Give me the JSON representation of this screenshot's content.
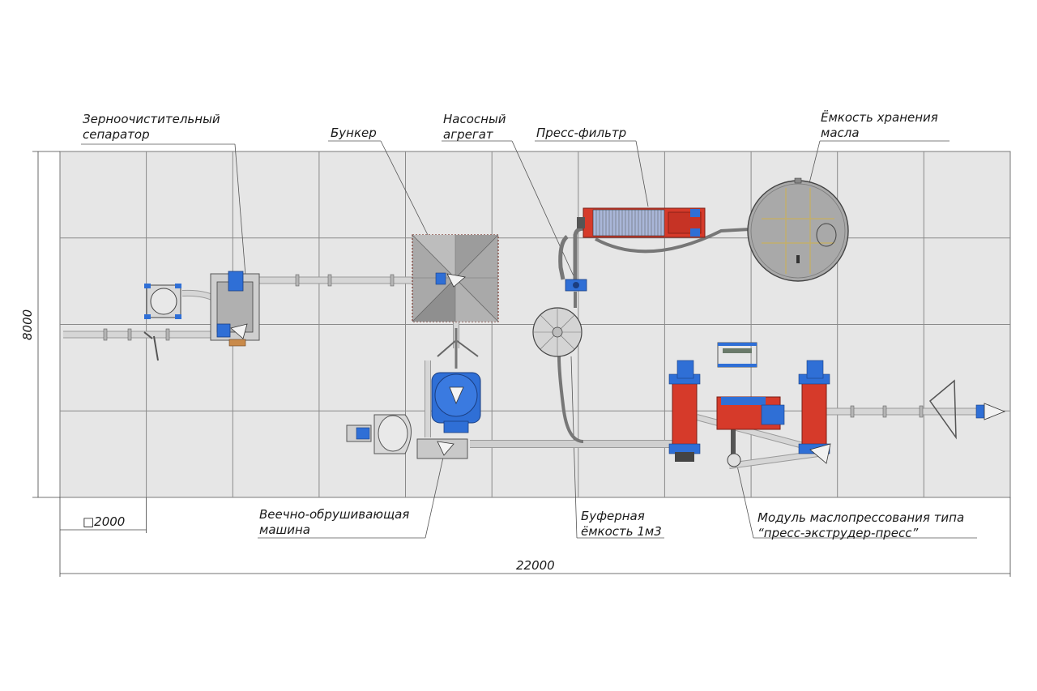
{
  "labels": {
    "separator": [
      "Зерноочистительный",
      "сепаратор"
    ],
    "bunker": "Бункер",
    "pump": [
      "Насосный",
      "агрегат"
    ],
    "press_filter": "Пресс-фильтр",
    "oil_tank": [
      "Ёмкость хранения",
      "масла"
    ],
    "dehuller": [
      "Веечно-обрушивающая",
      "машина"
    ],
    "buffer_tank": [
      "Буферная",
      "ёмкость 1м3"
    ],
    "module": [
      "Модуль маслопрессования типа",
      "“пресс-экструдер-пресс”"
    ]
  },
  "dimensions": {
    "width": "22000",
    "height": "8000",
    "grid_cell": "□2000"
  },
  "colors": {
    "grid_fill": "#e6e6e6",
    "grid_line": "#8a8a8a",
    "equipment_blue": "#2f6fd6",
    "equipment_red": "#d63a2a",
    "pipe_gray": "#c8c8c8",
    "hopper_gray": "#a9a9a9"
  }
}
